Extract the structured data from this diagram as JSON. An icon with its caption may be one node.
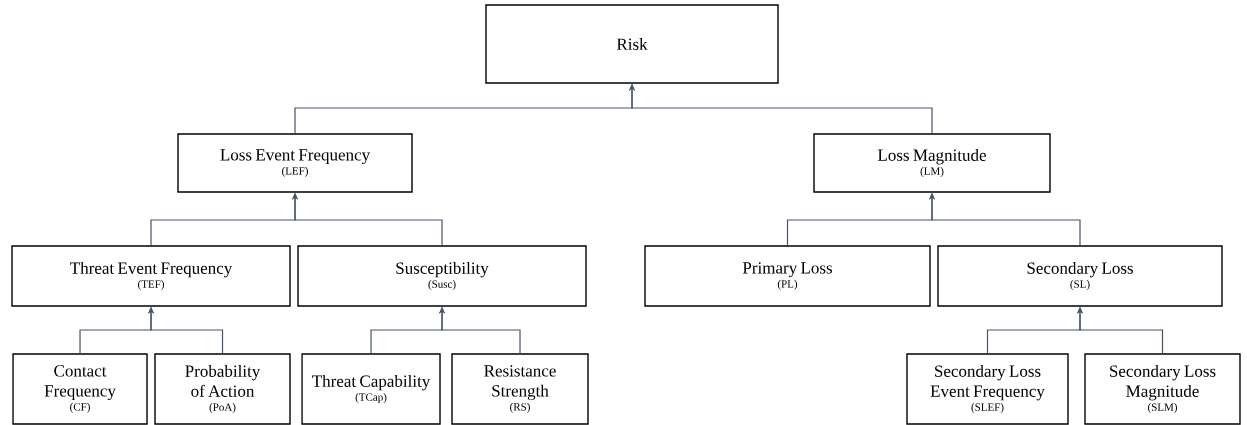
{
  "diagram": {
    "nodes": [
      {
        "text": [
          "Risk"
        ]
      },
      {
        "text": [
          "Loss Event Frequency",
          "(LEF)"
        ]
      },
      {
        "text": [
          "Loss Magnitude",
          "(LM)"
        ]
      },
      {
        "text": [
          "Threat Event Frequency",
          "(TEF)"
        ]
      },
      {
        "text": [
          "Susceptibility",
          "(Susc)"
        ]
      },
      {
        "text": [
          "Primary Loss",
          "(PL)"
        ]
      },
      {
        "text": [
          "Secondary Loss",
          "(SL)"
        ]
      },
      {
        "text": [
          "Contact Frequency",
          "(CF)"
        ]
      },
      {
        "text": [
          "Probability of Action",
          "(PoA)"
        ]
      },
      {
        "text": [
          "Threat Capability",
          "(TCap)"
        ]
      },
      {
        "text": [
          "Resistance Strength",
          "(RS)"
        ]
      },
      {
        "text": [
          "Secondary Loss Event Frequency",
          "(SLEF)"
        ]
      },
      {
        "text": [
          "Secondary Loss Magnitude",
          "(SLM)"
        ]
      }
    ],
    "edges": [
      {
        "from": 1,
        "to": 0,
        "arrow": "to"
      },
      {
        "from": 2,
        "to": 0,
        "arrow": "to"
      },
      {
        "from": 3,
        "to": 1,
        "arrow": "to"
      },
      {
        "from": 4,
        "to": 1,
        "arrow": "to"
      },
      {
        "from": 5,
        "to": 2,
        "arrow": "to"
      },
      {
        "from": 6,
        "to": 2,
        "arrow": "to"
      },
      {
        "from": 7,
        "to": 3,
        "arrow": "to"
      },
      {
        "from": 8,
        "to": 3,
        "arrow": "to"
      },
      {
        "from": 9,
        "to": 4,
        "arrow": "to"
      },
      {
        "from": 10,
        "to": 4,
        "arrow": "to"
      },
      {
        "from": 11,
        "to": 6,
        "arrow": "to"
      },
      {
        "from": 12,
        "to": 6,
        "arrow": "to"
      }
    ]
  }
}
